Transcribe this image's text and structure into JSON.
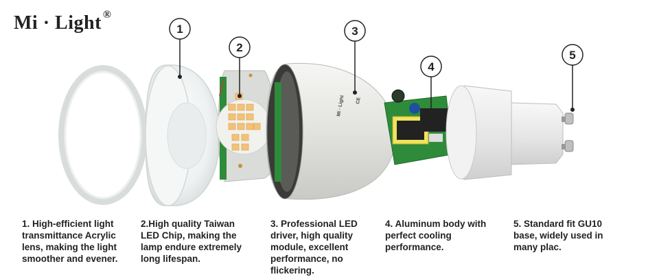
{
  "brand": {
    "name": "Mi · Light",
    "mark": "®"
  },
  "callouts": [
    {
      "num": "1",
      "text": "1. High-efficient light transmittance Acrylic lens, making the light smoother and evener."
    },
    {
      "num": "2",
      "text": "2.High quality Taiwan LED Chip, making the lamp endure extremely long lifespan."
    },
    {
      "num": "3",
      "text": "3. Professional LED driver, high quality module, excellent performance, no flickering."
    },
    {
      "num": "4",
      "text": "4. Aluminum body with perfect cooling performance."
    },
    {
      "num": "5",
      "text": "5. Standard fit GU10 base, widely used in many plac."
    }
  ],
  "body_print": {
    "logo": "Mi · Light",
    "mark": "CE"
  },
  "colors": {
    "text": "#222222",
    "line": "#222222",
    "pcb": "#2e8b3a",
    "led": "#f3c27a",
    "body": "#e9e9e6"
  }
}
